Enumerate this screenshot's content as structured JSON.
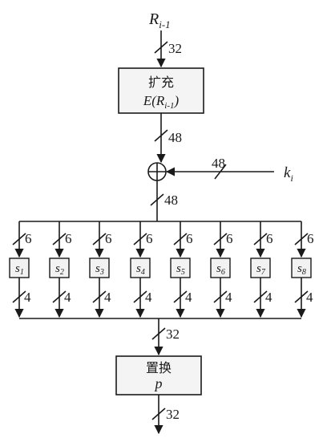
{
  "diagram": {
    "input": {
      "symbol": "R",
      "subscript": "i-1"
    },
    "bits_in": "32",
    "expansion": {
      "title": "扩充",
      "formula_prefix": "E(",
      "formula_symbol": "R",
      "formula_subscript": "i-1",
      "formula_suffix": ")"
    },
    "bits_expanded": "48",
    "xor": {
      "key_bits": "48",
      "key_symbol": "k",
      "key_subscript": "i",
      "bits_out": "48"
    },
    "sboxes": [
      {
        "symbol": "s",
        "subscript": "1",
        "bits_in": "6",
        "bits_out": "4"
      },
      {
        "symbol": "s",
        "subscript": "2",
        "bits_in": "6",
        "bits_out": "4"
      },
      {
        "symbol": "s",
        "subscript": "3",
        "bits_in": "6",
        "bits_out": "4"
      },
      {
        "symbol": "s",
        "subscript": "4",
        "bits_in": "6",
        "bits_out": "4"
      },
      {
        "symbol": "s",
        "subscript": "5",
        "bits_in": "6",
        "bits_out": "4"
      },
      {
        "symbol": "s",
        "subscript": "6",
        "bits_in": "6",
        "bits_out": "4"
      },
      {
        "symbol": "s",
        "subscript": "7",
        "bits_in": "6",
        "bits_out": "4"
      },
      {
        "symbol": "s",
        "subscript": "8",
        "bits_in": "6",
        "bits_out": "4"
      }
    ],
    "bits_merged": "32",
    "permutation": {
      "title": "置换",
      "symbol": "p"
    },
    "bits_out": "32"
  }
}
